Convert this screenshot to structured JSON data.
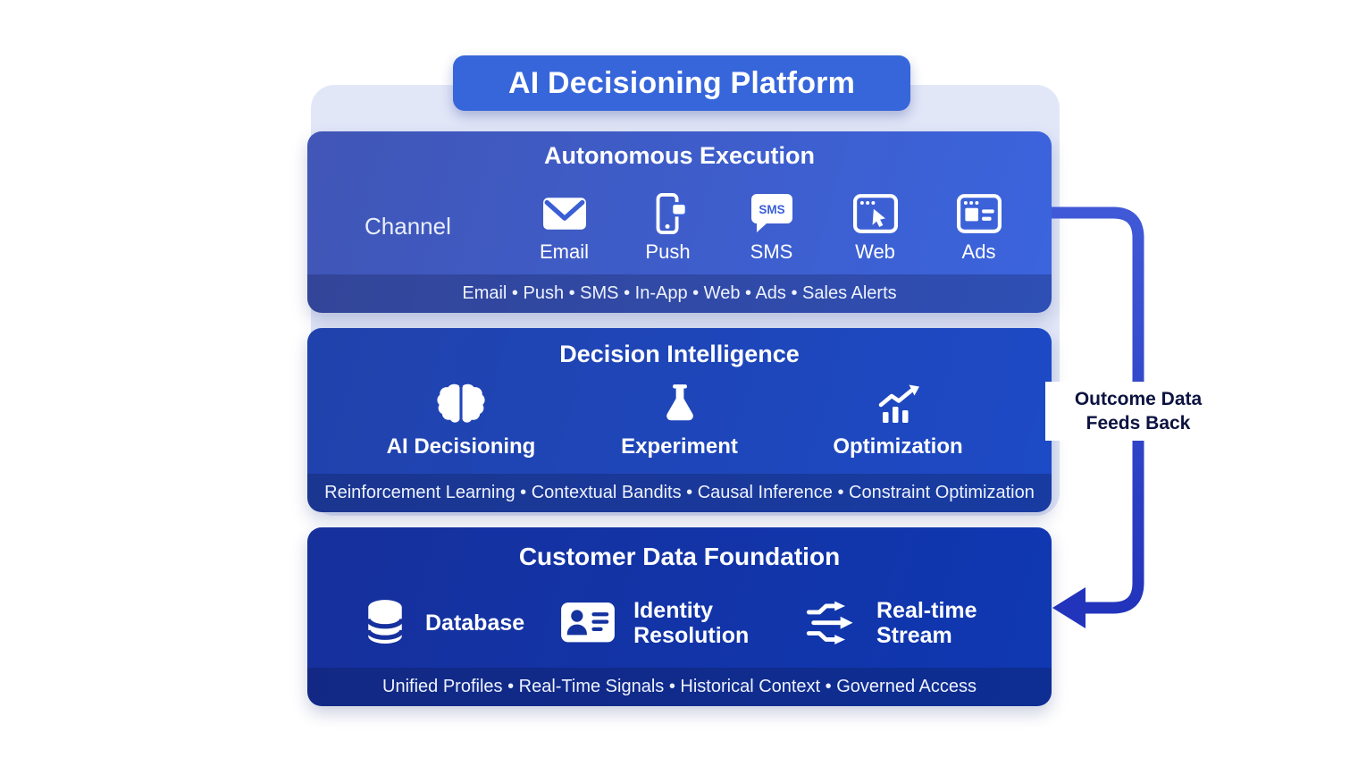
{
  "title": "AI Decisioning Platform",
  "arrow_label": {
    "line1": "Outcome Data",
    "line2": "Feeds Back"
  },
  "colors": {
    "badge_blue": "#3766db",
    "panel1_gradient": [
      "#4156b6",
      "#3b64de"
    ],
    "panel2_gradient": [
      "#2042ac",
      "#1d4ac6"
    ],
    "panel3_gradient": [
      "#16309c",
      "#0f38b2"
    ],
    "lavender_background": "#e2e7f8",
    "arrow_blue": "#2d44c6",
    "outcome_text": "#0c1340"
  },
  "panels": [
    {
      "title": "Autonomous Execution",
      "row_label": "Channel",
      "items": [
        {
          "icon": "email-icon",
          "label": "Email"
        },
        {
          "icon": "push-icon",
          "label": "Push"
        },
        {
          "icon": "sms-icon",
          "label": "SMS",
          "icon_text": "SMS"
        },
        {
          "icon": "web-icon",
          "label": "Web"
        },
        {
          "icon": "ads-icon",
          "label": "Ads"
        }
      ],
      "footer": "Email • Push • SMS • In-App • Web • Ads • Sales Alerts"
    },
    {
      "title": "Decision Intelligence",
      "items": [
        {
          "icon": "brain-icon",
          "label": "AI Decisioning"
        },
        {
          "icon": "flask-icon",
          "label": "Experiment"
        },
        {
          "icon": "optimization-chart-icon",
          "label": "Optimization"
        }
      ],
      "footer": "Reinforcement Learning • Contextual Bandits • Causal Inference • Constraint Optimization"
    },
    {
      "title": "Customer Data Foundation",
      "items": [
        {
          "icon": "database-icon",
          "label": "Database"
        },
        {
          "icon": "id-card-icon",
          "label": "Identity Resolution"
        },
        {
          "icon": "stream-icon",
          "label": "Real-time Stream"
        }
      ],
      "footer": "Unified Profiles • Real-Time Signals • Historical Context • Governed Access"
    }
  ]
}
